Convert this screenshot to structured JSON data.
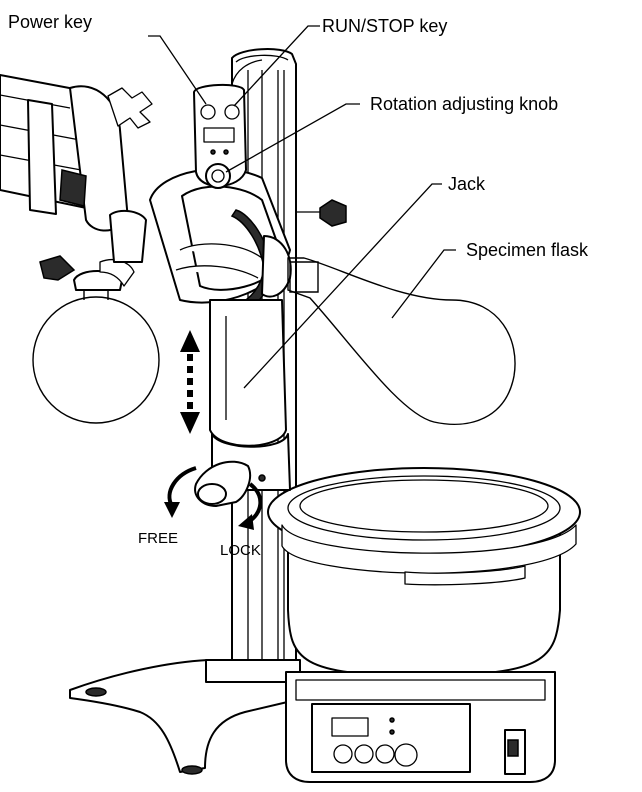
{
  "labels": {
    "power_key": "Power key",
    "run_stop_key": "RUN/STOP key",
    "rotation_knob": "Rotation adjusting knob",
    "jack": "Jack",
    "specimen_flask": "Specimen flask",
    "free": "FREE",
    "lock": "LOCK"
  },
  "icons": {
    "vertical_motion": "double-arrow-up-down-icon",
    "rotation": "curved-arrow-icon"
  }
}
